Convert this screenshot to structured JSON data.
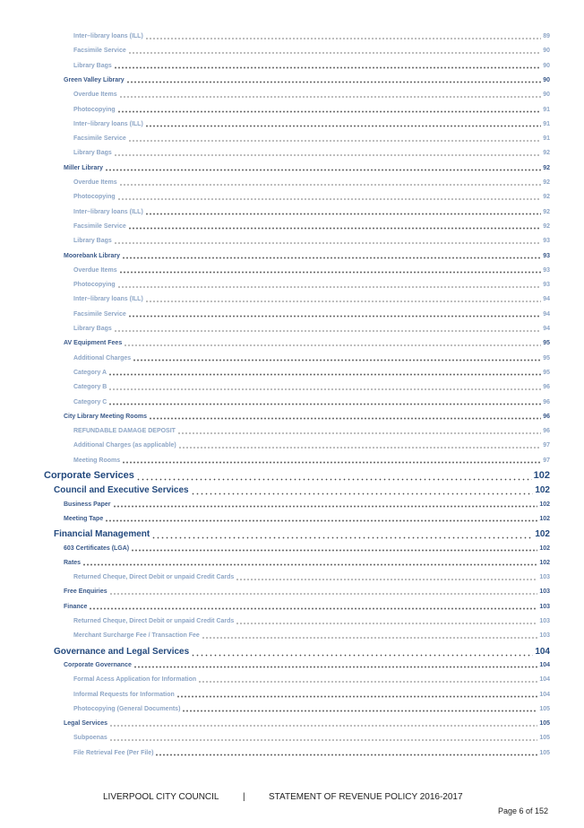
{
  "toc": [
    {
      "level": 3,
      "title": "Inter–library loans (ILL)",
      "page": "89"
    },
    {
      "level": 3,
      "title": "Facsimile Service",
      "page": "90"
    },
    {
      "level": 3,
      "title": "Library Bags",
      "page": "90"
    },
    {
      "level": 2,
      "title": "Green Valley Library",
      "page": "90"
    },
    {
      "level": 3,
      "title": "Overdue Items",
      "page": "90"
    },
    {
      "level": 3,
      "title": "Photocopying",
      "page": "91"
    },
    {
      "level": 3,
      "title": "Inter–library loans (ILL)",
      "page": "91"
    },
    {
      "level": 3,
      "title": "Facsimile Service",
      "page": "91"
    },
    {
      "level": 3,
      "title": "Library Bags",
      "page": "92"
    },
    {
      "level": 2,
      "title": "Miller Library",
      "page": "92"
    },
    {
      "level": 3,
      "title": "Overdue Items",
      "page": "92"
    },
    {
      "level": 3,
      "title": "Photocopying",
      "page": "92"
    },
    {
      "level": 3,
      "title": "Inter–library loans (ILL)",
      "page": "92"
    },
    {
      "level": 3,
      "title": "Facsimile Service",
      "page": "92"
    },
    {
      "level": 3,
      "title": "Library Bags",
      "page": "93"
    },
    {
      "level": 2,
      "title": "Moorebank Library",
      "page": "93"
    },
    {
      "level": 3,
      "title": "Overdue Items",
      "page": "93"
    },
    {
      "level": 3,
      "title": "Photocopying",
      "page": "93"
    },
    {
      "level": 3,
      "title": "Inter–library loans (ILL)",
      "page": "94"
    },
    {
      "level": 3,
      "title": "Facsimile Service",
      "page": "94"
    },
    {
      "level": 3,
      "title": "Library Bags",
      "page": "94"
    },
    {
      "level": 2,
      "title": "AV Equipment Fees",
      "page": "95"
    },
    {
      "level": 3,
      "title": "Additional Charges",
      "page": "95"
    },
    {
      "level": 3,
      "title": "Category A",
      "page": "95"
    },
    {
      "level": 3,
      "title": "Category B",
      "page": "96"
    },
    {
      "level": 3,
      "title": "Category C",
      "page": "96"
    },
    {
      "level": 2,
      "title": "City Library Meeting Rooms",
      "page": "96"
    },
    {
      "level": 3,
      "title": "REFUNDABLE DAMAGE DEPOSIT",
      "page": "96"
    },
    {
      "level": 3,
      "title": "Additional Charges (as applicable)",
      "page": "97"
    },
    {
      "level": 3,
      "title": "Meeting Rooms",
      "page": "97"
    },
    {
      "level": 0,
      "title": "Corporate Services",
      "page": "102"
    },
    {
      "level": 1,
      "title": "Council and Executive Services",
      "page": "102"
    },
    {
      "level": 2,
      "title": "Business Paper",
      "page": "102"
    },
    {
      "level": 2,
      "title": "Meeting Tape",
      "page": "102"
    },
    {
      "level": 1,
      "title": "Financial Management",
      "page": "102"
    },
    {
      "level": 2,
      "title": "603 Certificates (LGA)",
      "page": "102"
    },
    {
      "level": 2,
      "title": "Rates",
      "page": "102"
    },
    {
      "level": 3,
      "title": "Returned Cheque, Direct Debit or unpaid Credit Cards",
      "page": "103"
    },
    {
      "level": 2,
      "title": "Free Enquiries",
      "page": "103"
    },
    {
      "level": 2,
      "title": "Finance",
      "page": "103"
    },
    {
      "level": 3,
      "title": "Returned Cheque, Direct Debit or unpaid Credit Cards",
      "page": "103"
    },
    {
      "level": 3,
      "title": "Merchant Surcharge Fee / Transaction Fee",
      "page": "103"
    },
    {
      "level": 1,
      "title": "Governance and Legal Services",
      "page": "104"
    },
    {
      "level": 2,
      "title": "Corporate Governance",
      "page": "104"
    },
    {
      "level": 3,
      "title": "Formal Acess Application for Information",
      "page": "104"
    },
    {
      "level": 3,
      "title": "Informal Requests for Information",
      "page": "104"
    },
    {
      "level": 3,
      "title": "Photocopying (General Documents)",
      "page": "105"
    },
    {
      "level": 2,
      "title": "Legal Services",
      "page": "105"
    },
    {
      "level": 3,
      "title": "Subpoenas",
      "page": "105"
    },
    {
      "level": 3,
      "title": "File Retrieval Fee (Per File)",
      "page": "105"
    }
  ],
  "footer": {
    "org": "LIVERPOOL CITY COUNCIL",
    "separator": "|",
    "title": "STATEMENT OF REVENUE POLICY 2016-2017",
    "page_label": "Page 6 of 152"
  }
}
